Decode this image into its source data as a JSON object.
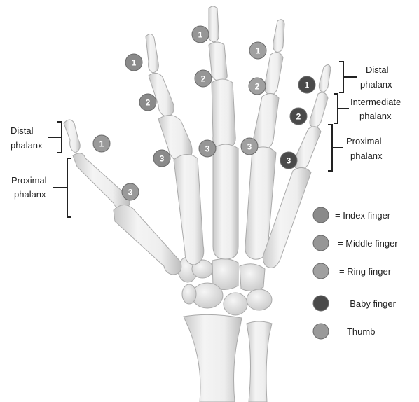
{
  "labels": {
    "thumb_distal": [
      "Distal",
      "phalanx"
    ],
    "thumb_proximal": [
      "Proximal",
      "phalanx"
    ],
    "right_distal": [
      "Distal",
      "phalanx"
    ],
    "right_intermediate": [
      "Intermediate",
      "phalanx"
    ],
    "right_proximal": [
      "Proximal",
      "phalanx"
    ]
  },
  "badges": [
    {
      "id": "thumb-distal",
      "num": "1",
      "finger": "thumb"
    },
    {
      "id": "thumb-proximal",
      "num": "3",
      "finger": "thumb"
    },
    {
      "id": "index-distal",
      "num": "1",
      "finger": "index"
    },
    {
      "id": "index-intermediate",
      "num": "2",
      "finger": "index"
    },
    {
      "id": "index-proximal",
      "num": "3",
      "finger": "index"
    },
    {
      "id": "middle-distal",
      "num": "1",
      "finger": "middle"
    },
    {
      "id": "middle-intermediate",
      "num": "2",
      "finger": "middle"
    },
    {
      "id": "middle-proximal",
      "num": "3",
      "finger": "middle"
    },
    {
      "id": "ring-distal",
      "num": "1",
      "finger": "ring"
    },
    {
      "id": "ring-intermediate",
      "num": "2",
      "finger": "ring"
    },
    {
      "id": "ring-proximal",
      "num": "3",
      "finger": "ring"
    },
    {
      "id": "baby-distal",
      "num": "1",
      "finger": "baby"
    },
    {
      "id": "baby-intermediate",
      "num": "2",
      "finger": "baby"
    },
    {
      "id": "baby-proximal",
      "num": "3",
      "finger": "baby"
    }
  ],
  "legend": [
    {
      "finger": "index",
      "text": "= Index finger"
    },
    {
      "finger": "middle",
      "text": "= Middle finger"
    },
    {
      "finger": "ring",
      "text": "= Ring finger"
    },
    {
      "finger": "baby",
      "text": "= Baby finger"
    },
    {
      "finger": "thumb",
      "text": "= Thumb"
    }
  ],
  "colors": {
    "index": "#8a8a8a",
    "middle": "#969696",
    "ring": "#a0a0a0",
    "baby": "#4a4a4a",
    "thumb": "#9a9a9a",
    "bone_fill": "#e8e8e8",
    "bone_stroke": "#b8b8b8"
  }
}
